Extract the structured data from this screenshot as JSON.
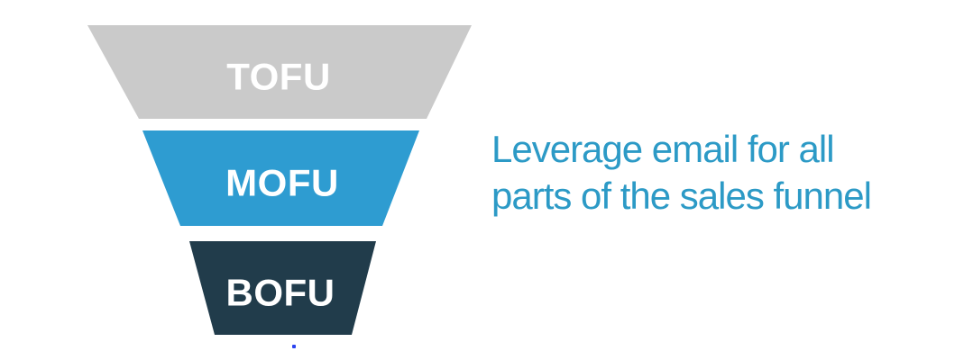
{
  "diagram": {
    "type": "funnel",
    "background_color": "#FFFFFF",
    "tiers": [
      {
        "label": "TOFU",
        "fill_color": "#CACACA",
        "label_color": "#FFFFFF"
      },
      {
        "label": "MOFU",
        "fill_color": "#2E9CD1",
        "label_color": "#FFFFFF"
      },
      {
        "label": "BOFU",
        "fill_color": "#213C4B",
        "label_color": "#FFFFFF"
      }
    ]
  },
  "headline": {
    "line1": "Leverage email for all",
    "line2": "parts of the sales funnel",
    "color": "#2C9AC6"
  },
  "artifact_dot": {
    "color": "#2B43F0"
  }
}
